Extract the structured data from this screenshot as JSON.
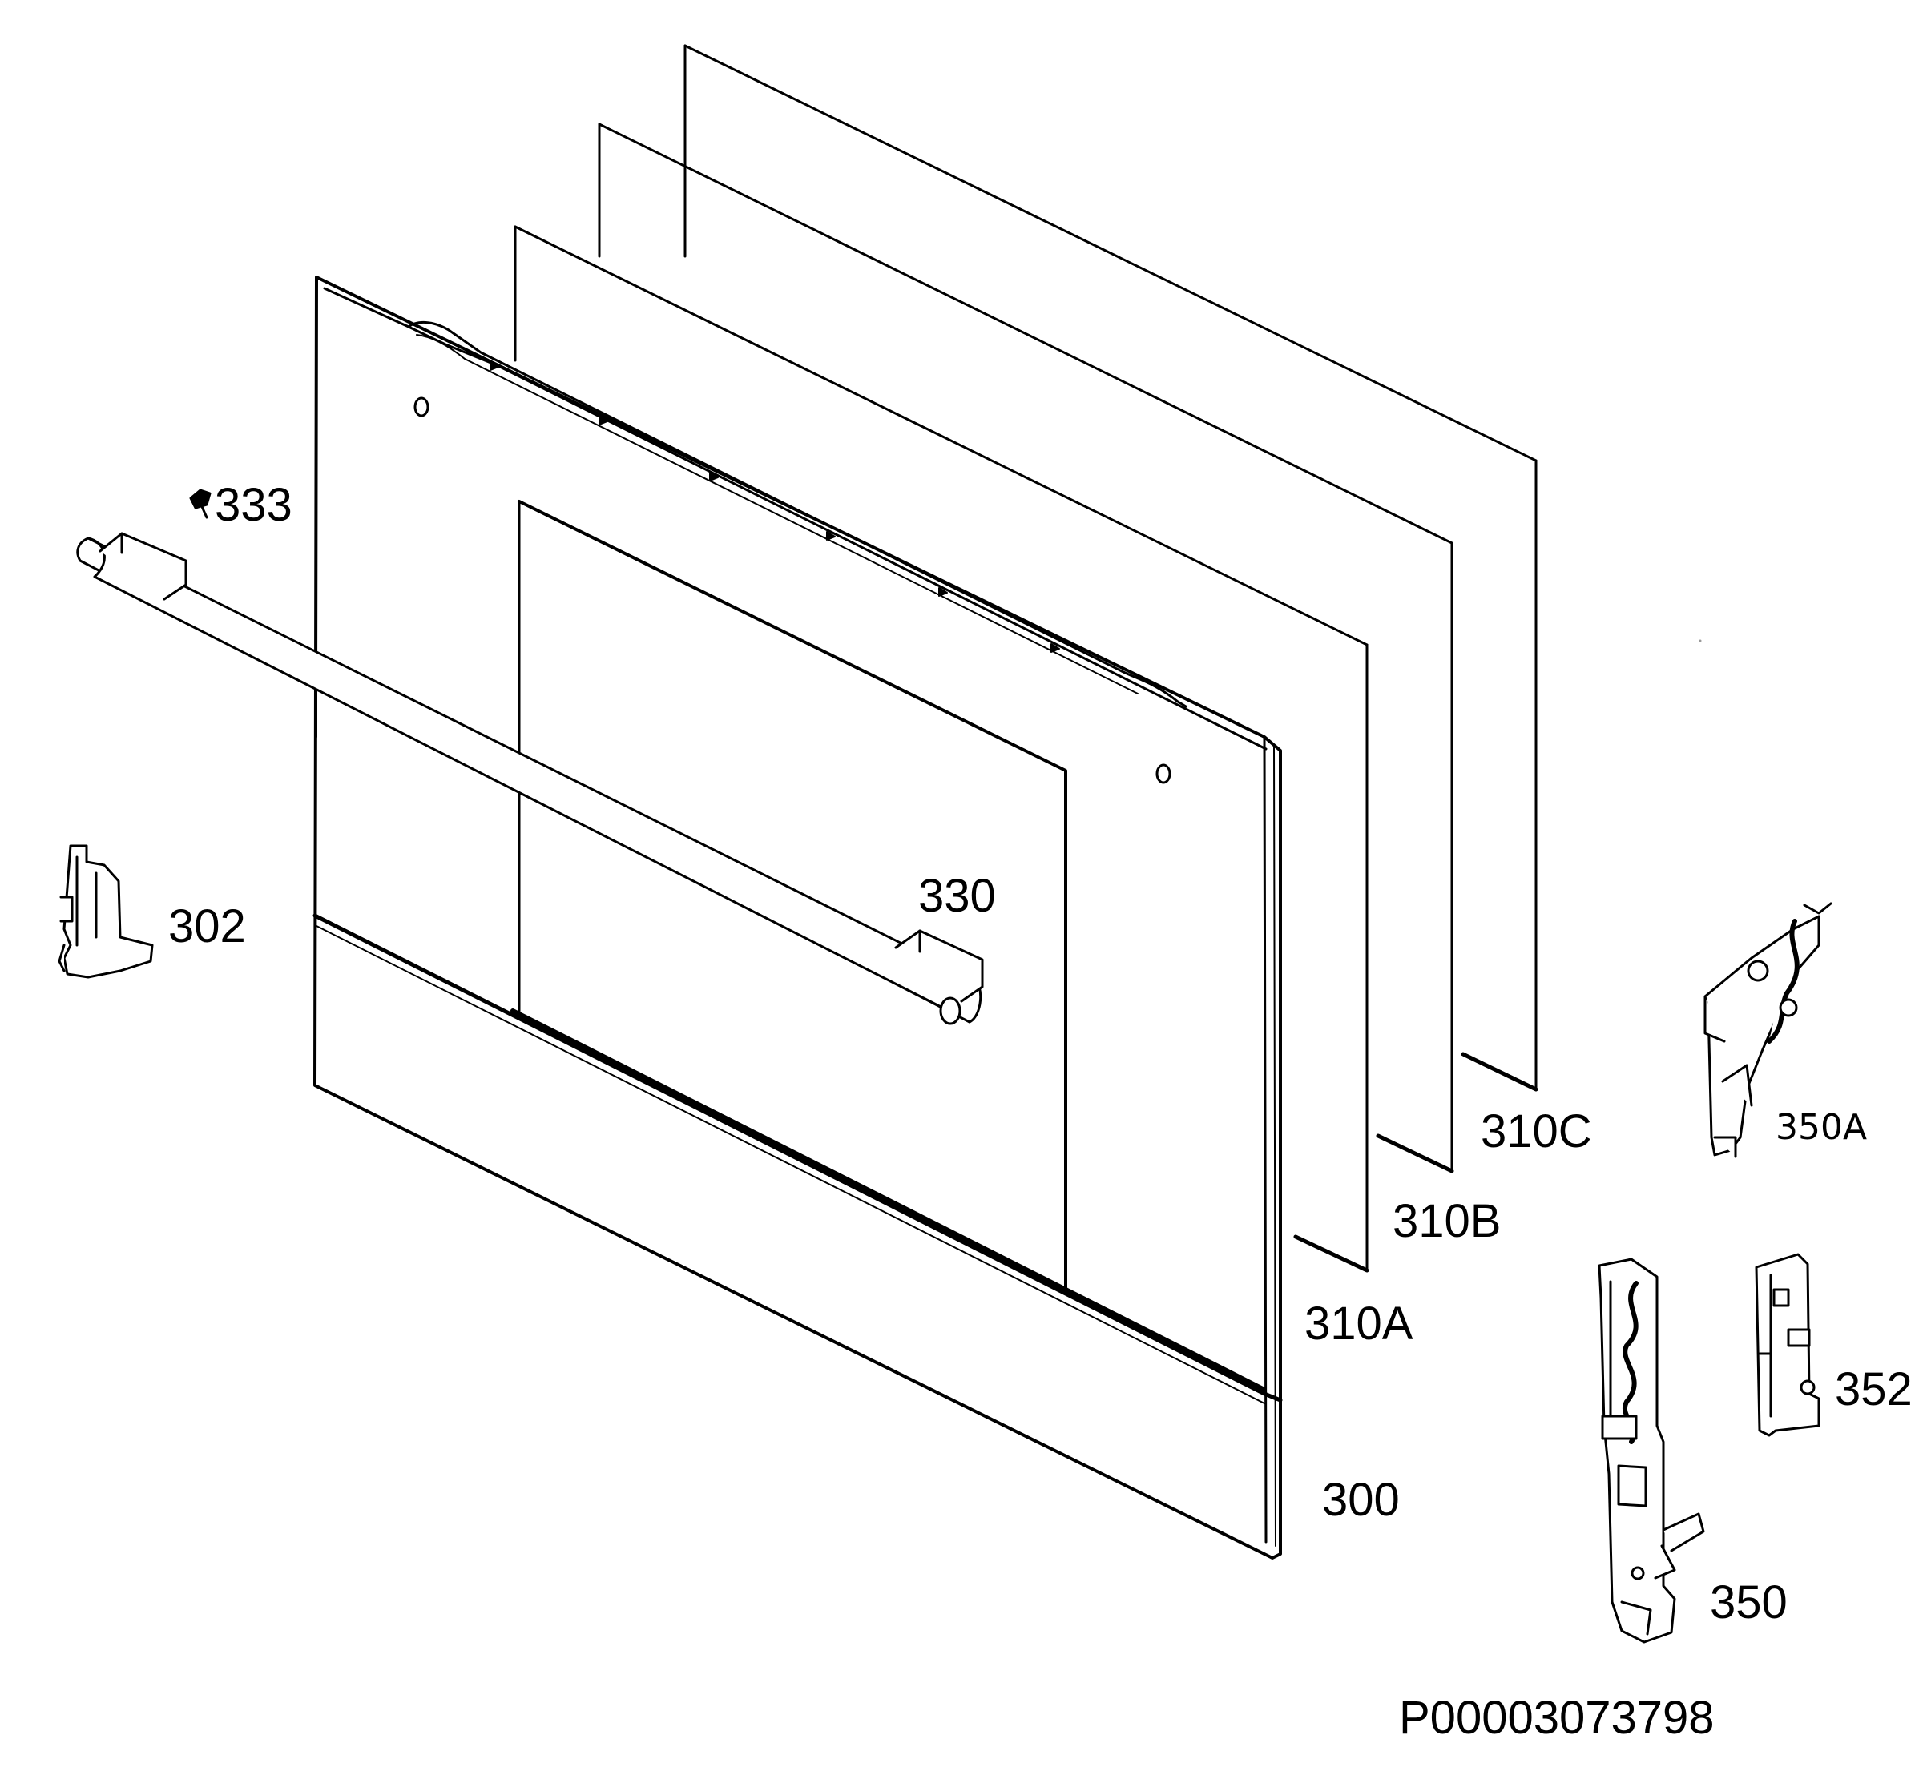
{
  "diagram": {
    "labels": {
      "p300": "300",
      "p302": "302",
      "p310A": "310A",
      "p310B": "310B",
      "p310C": "310C",
      "p330": "330",
      "p333": "333",
      "p350": "350",
      "p350A": "350A",
      "p352": "352"
    },
    "drawing_code": "P00003073798"
  }
}
